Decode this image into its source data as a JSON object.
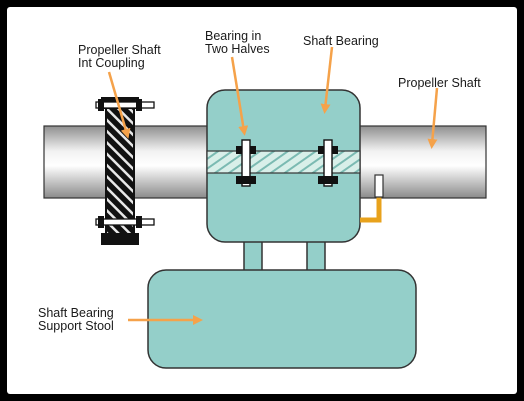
{
  "labels": {
    "coupling": "Propeller Shaft\nInt Coupling",
    "bearing_halves": "Bearing in\nTwo Halves",
    "shaft_bearing": "Shaft Bearing",
    "propeller_shaft": "Propeller Shaft",
    "support_stool": "Shaft Bearing\nSupport Stool"
  },
  "colors": {
    "housing": "#94cfc9",
    "arrow": "#f5a24a",
    "pipe": "#e8a21c",
    "panel": "#ffffff"
  }
}
